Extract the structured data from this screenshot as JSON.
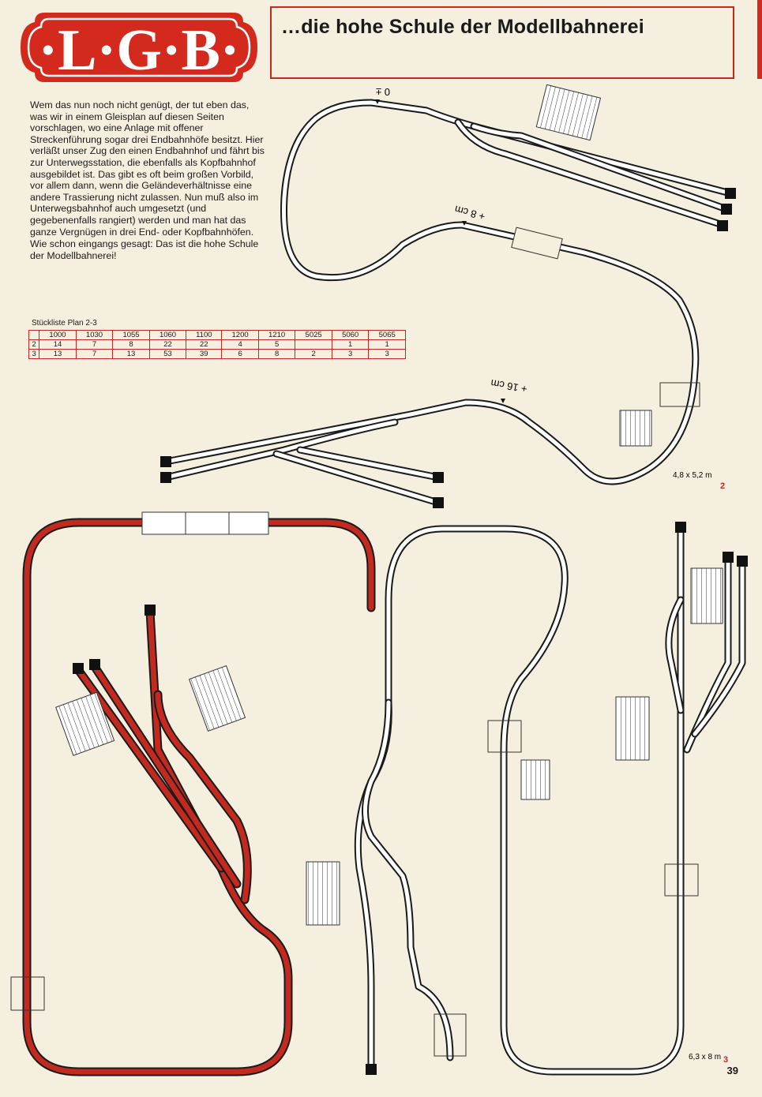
{
  "header": {
    "logo_text": "·L·G·B·",
    "headline": "…die hohe Schule der Modellbahnerei"
  },
  "intro": {
    "paragraph1": "Wem das nun noch nicht genügt, der tut eben das, was wir in einem Gleisplan auf diesen Seiten vorschlagen, wo eine Anlage mit offener Streckenführung sogar drei Endbahnhöfe besitzt. Hier verläßt unser Zug den einen Endbahnhof und fährt bis zur Unterwegsstation, die ebenfalls als Kopfbahnhof ausgebildet ist. Das gibt es oft beim großen Vorbild, vor allem dann, wenn die Geländeverhältnisse eine andere Trassierung nicht zulassen. Nun muß also im Unterwegsbahnhof auch umgesetzt (und gegebenenfalls rangiert) werden und man hat das ganze Vergnügen in drei End- oder Kopfbahnhöfen.",
    "paragraph2": "Wie schon eingangs gesagt: Das ist die hohe Schule der Modellbahnerei!"
  },
  "parts_list": {
    "title": "Stückliste Plan 2-3",
    "columns": [
      "",
      "1000",
      "1030",
      "1055",
      "1060",
      "1100",
      "1200",
      "1210",
      "5025",
      "5060",
      "5065"
    ],
    "rows": [
      [
        "2",
        "14",
        "7",
        "8",
        "22",
        "22",
        "4",
        "5",
        "",
        "1",
        "1"
      ],
      [
        "3",
        "13",
        "7",
        "13",
        "53",
        "39",
        "6",
        "8",
        "2",
        "3",
        "3"
      ]
    ]
  },
  "plan2": {
    "elevation_0": "0 ±",
    "elevation_8": "+ 8 cm",
    "elevation_16": "+ 16 cm",
    "size": "4,8 x 5,2 m",
    "number": "2"
  },
  "plan3": {
    "size": "6,3 x 8 m",
    "number": "3"
  },
  "page_number": "39",
  "colors": {
    "accent_red": "#c22a20",
    "paper": "#f5efdf",
    "track": "#1a1a1a"
  }
}
